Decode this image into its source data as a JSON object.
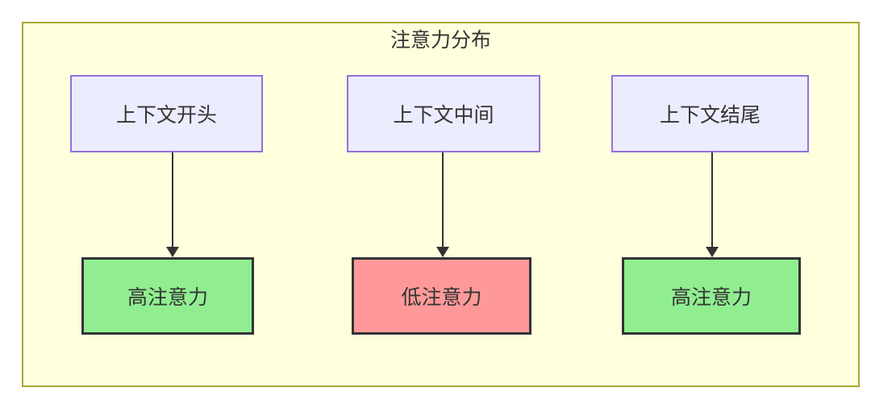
{
  "diagram": {
    "title": "注意力分布",
    "type": "flowchart-top-down",
    "columns": [
      {
        "source_label": "上下文开头",
        "target_label": "高注意力",
        "attention": "high"
      },
      {
        "source_label": "上下文中间",
        "target_label": "低注意力",
        "attention": "low"
      },
      {
        "source_label": "上下文结尾",
        "target_label": "高注意力",
        "attention": "high"
      }
    ],
    "colors": {
      "cluster_fill": "#ffffde",
      "cluster_border": "#aaaa33",
      "source_fill": "#ececff",
      "source_border": "#9370db",
      "high_attention_fill": "#90ee90",
      "low_attention_fill": "#ff9999",
      "target_border": "#333333",
      "arrow": "#333333",
      "text": "#333333"
    }
  }
}
